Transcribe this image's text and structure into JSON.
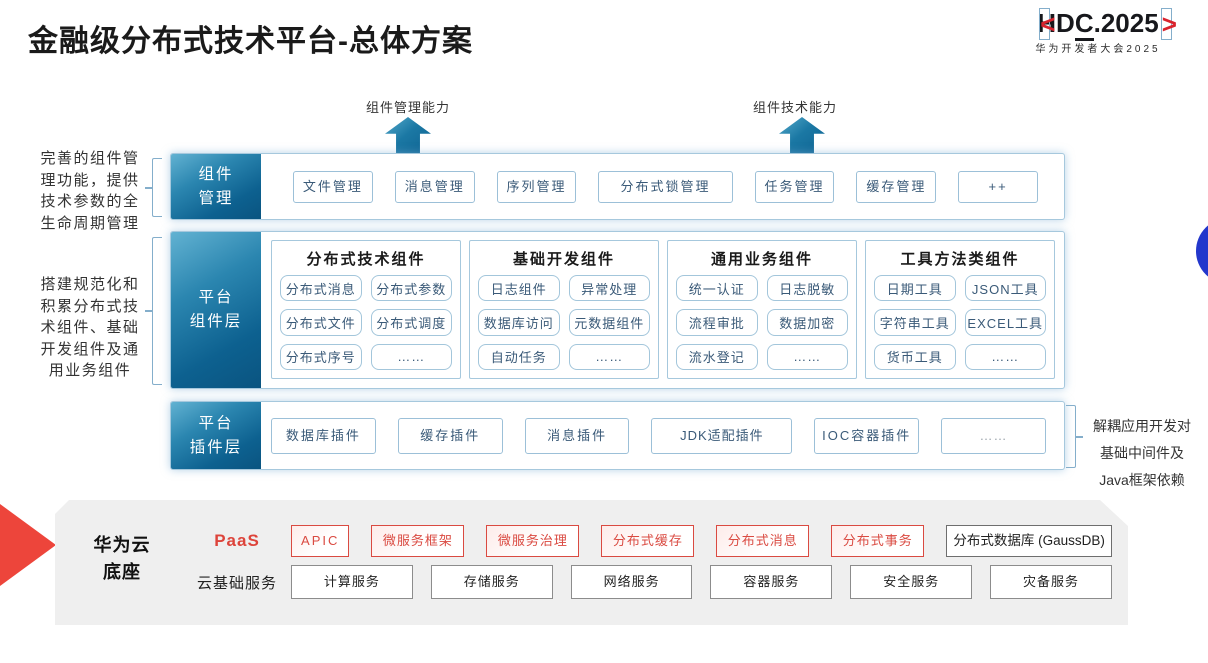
{
  "title": "金融级分布式技术平台-总体方案",
  "logo": {
    "open": "<",
    "hd": "HD",
    "c": "C",
    "rest": ".2025",
    "close": ">",
    "subtitle": "华为开发者大会2025"
  },
  "capability_arrows": {
    "left": "组件管理能力",
    "right": "组件技术能力"
  },
  "left_notes": {
    "note1": "完善的组件管\n理功能，提供\n技术参数的全\n生命周期管理",
    "note2": "搭建规范化和\n积累分布式技\n术组件、基础\n开发组件及通\n用业务组件"
  },
  "right_note": "解耦应用开发对\n基础中间件及\nJava框架依赖",
  "component_mgmt": {
    "label": "组件\n管理",
    "items": [
      "文件管理",
      "消息管理",
      "序列管理",
      "分布式锁管理",
      "任务管理",
      "缓存管理",
      "++"
    ]
  },
  "platform_components": {
    "label": "平台\n组件层",
    "groups": [
      {
        "title": "分布式技术组件",
        "items": [
          "分布式消息",
          "分布式参数",
          "分布式文件",
          "分布式调度",
          "分布式序号",
          "……"
        ]
      },
      {
        "title": "基础开发组件",
        "items": [
          "日志组件",
          "异常处理",
          "数据库访问",
          "元数据组件",
          "自动任务",
          "……"
        ]
      },
      {
        "title": "通用业务组件",
        "items": [
          "统一认证",
          "日志脱敏",
          "流程审批",
          "数据加密",
          "流水登记",
          "……"
        ]
      },
      {
        "title": "工具方法类组件",
        "items": [
          "日期工具",
          "JSON工具",
          "字符串工具",
          "EXCEL工具",
          "货币工具",
          "……"
        ]
      }
    ]
  },
  "platform_plugins": {
    "label": "平台\n插件层",
    "items": [
      "数据库插件",
      "缓存插件",
      "消息插件",
      "JDK适配插件",
      "IOC容器插件",
      "……"
    ]
  },
  "cloud_base": {
    "label": "华为云\n底座",
    "paas": {
      "label": "PaaS",
      "items": [
        "APIC",
        "微服务框架",
        "微服务治理",
        "分布式缓存",
        "分布式消息",
        "分布式事务"
      ],
      "db": "分布式数据库 (GaussDB)"
    },
    "iaas": {
      "label": "云基础服务",
      "items": [
        "计算服务",
        "存储服务",
        "网络服务",
        "容器服务",
        "安全服务",
        "灾备服务"
      ]
    }
  },
  "colors": {
    "brand_red": "#d9232e",
    "box_red": "#da4a41",
    "teal_dark": "#0a5480",
    "teal_light": "#62b2d2",
    "panel_gray": "#efefef",
    "blue_border": "#9cc0d8",
    "box_text": "#3a5a78",
    "accent_circle": "#2337cc",
    "wedge_red": "#ed453b"
  }
}
